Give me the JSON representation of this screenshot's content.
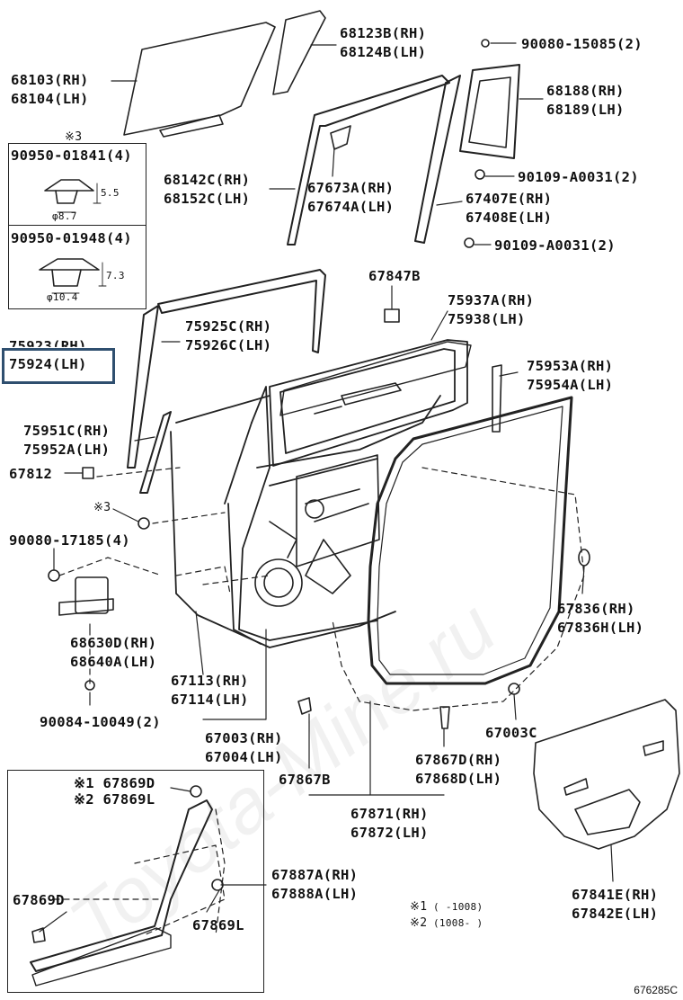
{
  "diagram_title": "",
  "watermark": "Toyota-Mine.ru",
  "figure_ref": "676285C",
  "highlighted_part": "75924 (LH)",
  "inset_box_1": {
    "part": "90950-01841(4)",
    "dim_height": "5.5",
    "dim_diameter": "φ8.7",
    "note_marker": "※3"
  },
  "inset_box_2": {
    "part": "90950-01948(4)",
    "dim_height": "7.3",
    "dim_diameter": "φ10.4"
  },
  "legend": [
    {
      "marker": "※1",
      "text": "(       -1008)"
    },
    {
      "marker": "※2",
      "text": "(1008-       )"
    }
  ],
  "labels": [
    {
      "id": "68103",
      "text": "68103(RH)"
    },
    {
      "id": "68104",
      "text": "68104(LH)"
    },
    {
      "id": "68123B",
      "text": "68123B(RH)"
    },
    {
      "id": "68124B",
      "text": "68124B(LH)"
    },
    {
      "id": "90080-15085",
      "text": "90080-15085(2)"
    },
    {
      "id": "68188",
      "text": "68188(RH)"
    },
    {
      "id": "68189",
      "text": "68189(LH)"
    },
    {
      "id": "90109-A0031a",
      "text": "90109-A0031(2)"
    },
    {
      "id": "68142C",
      "text": "68142C(RH)"
    },
    {
      "id": "68152C",
      "text": "68152C(LH)"
    },
    {
      "id": "67673A",
      "text": "67673A(RH)"
    },
    {
      "id": "67674A",
      "text": "67674A(LH)"
    },
    {
      "id": "67407E",
      "text": "67407E(RH)"
    },
    {
      "id": "67408E",
      "text": "67408E(LH)"
    },
    {
      "id": "90109-A0031b",
      "text": "90109-A0031(2)"
    },
    {
      "id": "67847B",
      "text": "67847B"
    },
    {
      "id": "75925C",
      "text": "75925C(RH)"
    },
    {
      "id": "75926C",
      "text": "75926C(LH)"
    },
    {
      "id": "75937A",
      "text": "75937A(RH)"
    },
    {
      "id": "75938",
      "text": "75938(LH)"
    },
    {
      "id": "75923",
      "text": "75923(RH)"
    },
    {
      "id": "75924",
      "text": "75924(LH)"
    },
    {
      "id": "75953A",
      "text": "75953A(RH)"
    },
    {
      "id": "75954A",
      "text": "75954A(LH)"
    },
    {
      "id": "75951C",
      "text": "75951C(RH)"
    },
    {
      "id": "75952A",
      "text": "75952A(LH)"
    },
    {
      "id": "67812",
      "text": "67812"
    },
    {
      "id": "mark3",
      "text": "※3"
    },
    {
      "id": "90080-17185",
      "text": "90080-17185(4)"
    },
    {
      "id": "67836",
      "text": "67836(RH)"
    },
    {
      "id": "67836H",
      "text": "67836H(LH)"
    },
    {
      "id": "68630D",
      "text": "68630D(RH)"
    },
    {
      "id": "68640A",
      "text": "68640A(LH)"
    },
    {
      "id": "67113",
      "text": "67113(RH)"
    },
    {
      "id": "67114",
      "text": "67114(LH)"
    },
    {
      "id": "90084-10049",
      "text": "90084-10049(2)"
    },
    {
      "id": "67003",
      "text": "67003(RH)"
    },
    {
      "id": "67004",
      "text": "67004(LH)"
    },
    {
      "id": "67003C",
      "text": "67003C"
    },
    {
      "id": "67867B",
      "text": "67867B"
    },
    {
      "id": "67867D",
      "text": "67867D(RH)"
    },
    {
      "id": "67868D",
      "text": "67868D(LH)"
    },
    {
      "id": "67869D_top",
      "text": "※1 67869D"
    },
    {
      "id": "67869L_top",
      "text": "※2 67869L"
    },
    {
      "id": "67871",
      "text": "67871(RH)"
    },
    {
      "id": "67872",
      "text": "67872(LH)"
    },
    {
      "id": "67887A",
      "text": "67887A(RH)"
    },
    {
      "id": "67888A",
      "text": "67888A(LH)"
    },
    {
      "id": "67869D",
      "text": "67869D"
    },
    {
      "id": "67869L",
      "text": "67869L"
    },
    {
      "id": "67841E",
      "text": "67841E(RH)"
    },
    {
      "id": "67842E",
      "text": "67842E(LH)"
    }
  ]
}
